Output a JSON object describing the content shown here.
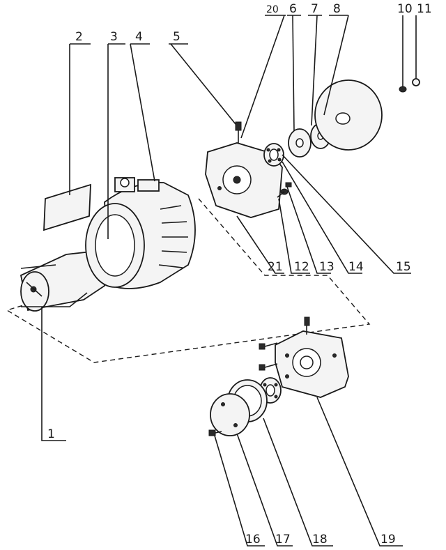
{
  "labels": {
    "l1": "1",
    "l2": "2",
    "l3": "3",
    "l4": "4",
    "l5": "5",
    "l6": "6",
    "l7": "7",
    "l8": "8",
    "l10": "10",
    "l11": "11",
    "l12": "12",
    "l13": "13",
    "l14": "14",
    "l15": "15",
    "l16": "16",
    "l17": "17",
    "l18": "18",
    "l19": "19",
    "l20": "20",
    "l21": "21"
  }
}
